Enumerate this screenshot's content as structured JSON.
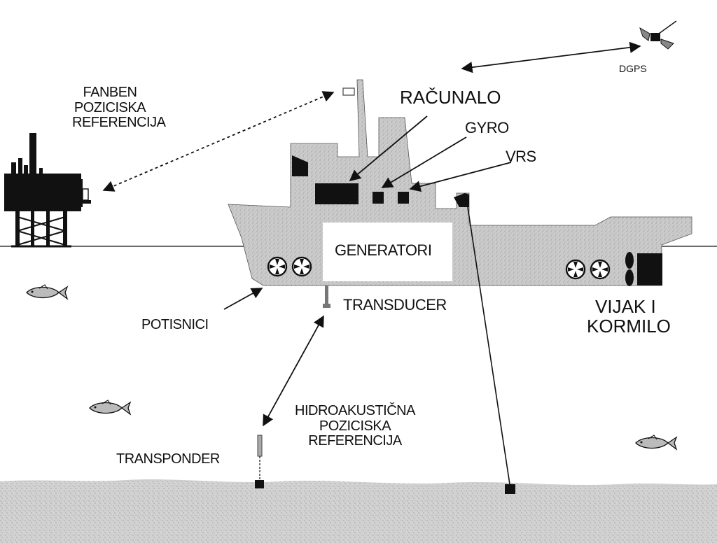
{
  "labels": {
    "fanben": [
      "FANBEN",
      "POZICISKA",
      "REFERENCIJA"
    ],
    "racunalo": "RAČUNALO",
    "gyro": "GYRO",
    "vrs": "VRS",
    "dgps": "DGPS",
    "generatori": "GENERATORI",
    "transducer": "TRANSDUCER",
    "potisnici": "POTISNICI",
    "vijak": [
      "VIJAK I",
      "KORMILO"
    ],
    "hidro": [
      "HIDROAKUSTIČNA",
      "POZICISKA",
      "REFERENCIJA"
    ],
    "transponder": "TRANSPONDER"
  },
  "colors": {
    "ink": "#111111",
    "hull": "#c8c8c8",
    "seabed": "#cfcfcf",
    "panel": "#ffffff"
  }
}
